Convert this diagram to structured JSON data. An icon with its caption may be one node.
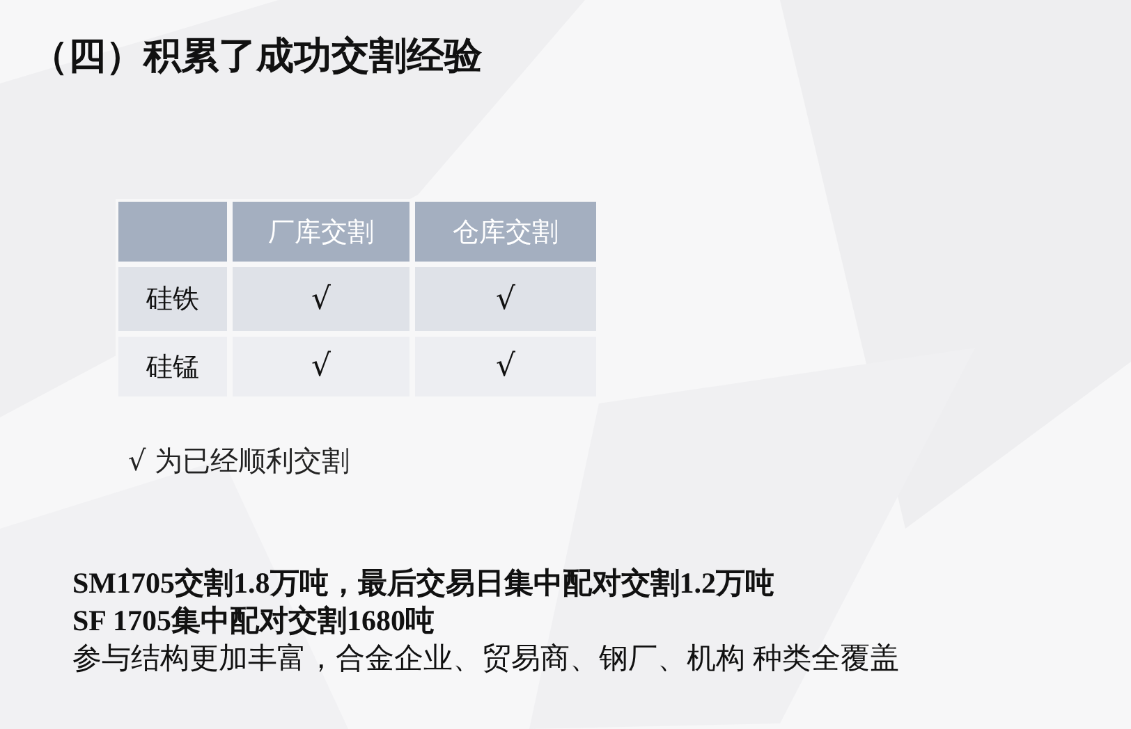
{
  "diagram": {
    "title": "（四）积累了成功交割经验",
    "labels": [
      "厂库交割",
      "仓库交割",
      "硅铁",
      "√",
      "√",
      "硅锰",
      "√",
      "√",
      "√ 为已经顺利交割",
      "SM1705交割1.8万吨，最后交易日集中配对交割1.2万吨",
      "SF 1705集中配对交割1680吨",
      "参与结构更加丰富，合金企业、贸易商、钢厂、机构 种类全覆盖"
    ]
  }
}
